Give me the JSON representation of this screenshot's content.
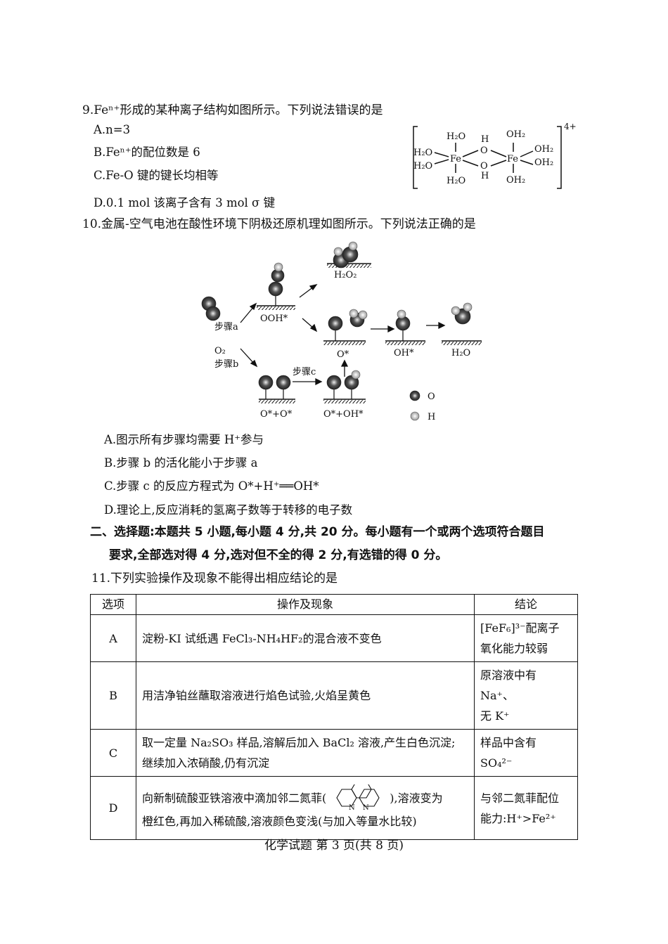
{
  "q9": {
    "stem": "9.Feⁿ⁺形成的某种离子结构如图所示。下列说法错误的是",
    "options": [
      "A.n=3",
      "B.Feⁿ⁺的配位数是 6",
      "C.Fe-O 键的键长均相等",
      "D.0.1 mol 该离子含有 3 mol σ 键"
    ],
    "structure": {
      "charge": "4+",
      "left_labels": [
        "H₂O",
        "H₂O",
        "H₂O",
        "H₂O"
      ],
      "right_labels": [
        "OH₂",
        "OH₂",
        "OH₂",
        "OH₂"
      ],
      "fe": "Fe",
      "bridge": [
        "H",
        "O",
        "O",
        "H"
      ]
    }
  },
  "q10": {
    "stem": "10.金属-空气电池在酸性环境下阴极还原机理如图所示。下列说法正确的是",
    "diagram": {
      "step_a": "步骤a",
      "step_b": "步骤b",
      "step_c": "步骤c",
      "o2": "O₂",
      "ooh": "OOH*",
      "h2o2": "H₂O₂",
      "o_star": "O*",
      "oh_star": "OH*",
      "h2o": "H₂O",
      "oo_star": "O*+O*",
      "ooh_star": "O*+OH*",
      "legend_o": "O",
      "legend_h": "H"
    },
    "options": [
      "A.图示所有步骤均需要 H⁺参与",
      "B.步骤 b 的活化能小于步骤 a",
      "C.步骤 c 的反应方程式为 O*+H⁺══OH*",
      "D.理论上,反应消耗的氢离子数等于转移的电子数"
    ]
  },
  "section2": {
    "line1": "二、选择题:本题共 5 小题,每小题 4 分,共 20 分。每小题有一个或两个选项符合题目",
    "line2": "要求,全部选对得 4 分,选对但不全的得 2 分,有选错的得 0 分。"
  },
  "q11": {
    "stem": "11.下列实验操作及现象不能得出相应结论的是",
    "headers": [
      "选项",
      "操作及现象",
      "结论"
    ],
    "rows": [
      {
        "opt": "A",
        "op": "淀粉-KI 试纸遇 FeCl₃-NH₄HF₂的混合液不变色",
        "conc1": "[FeF₆]³⁻配离子",
        "conc2": "氧化能力较弱"
      },
      {
        "opt": "B",
        "op": "用洁净铂丝蘸取溶液进行焰色试验,火焰呈黄色",
        "conc1": "原溶液中有 Na⁺、",
        "conc2": "无 K⁺"
      },
      {
        "opt": "C",
        "op1": "取一定量 Na₂SO₃ 样品,溶解后加入 BaCl₂ 溶液,产生白色沉淀;",
        "op2": "继续加入浓硝酸,仍有沉淀",
        "conc1": "样品中含有 SO₄²⁻"
      },
      {
        "opt": "D",
        "op1a": "向新制硫酸亚铁溶液中滴加邻二氮菲(",
        "op1b": "),溶液变为",
        "op2": "橙红色,再加入稀硫酸,溶液颜色变浅(与加入等量水比较)",
        "conc1": "与邻二氮菲配位",
        "conc2": "能力:H⁺>Fe²⁺",
        "n_label": "N"
      }
    ]
  },
  "footer": "化学试题 第 3 页(共 8 页)"
}
